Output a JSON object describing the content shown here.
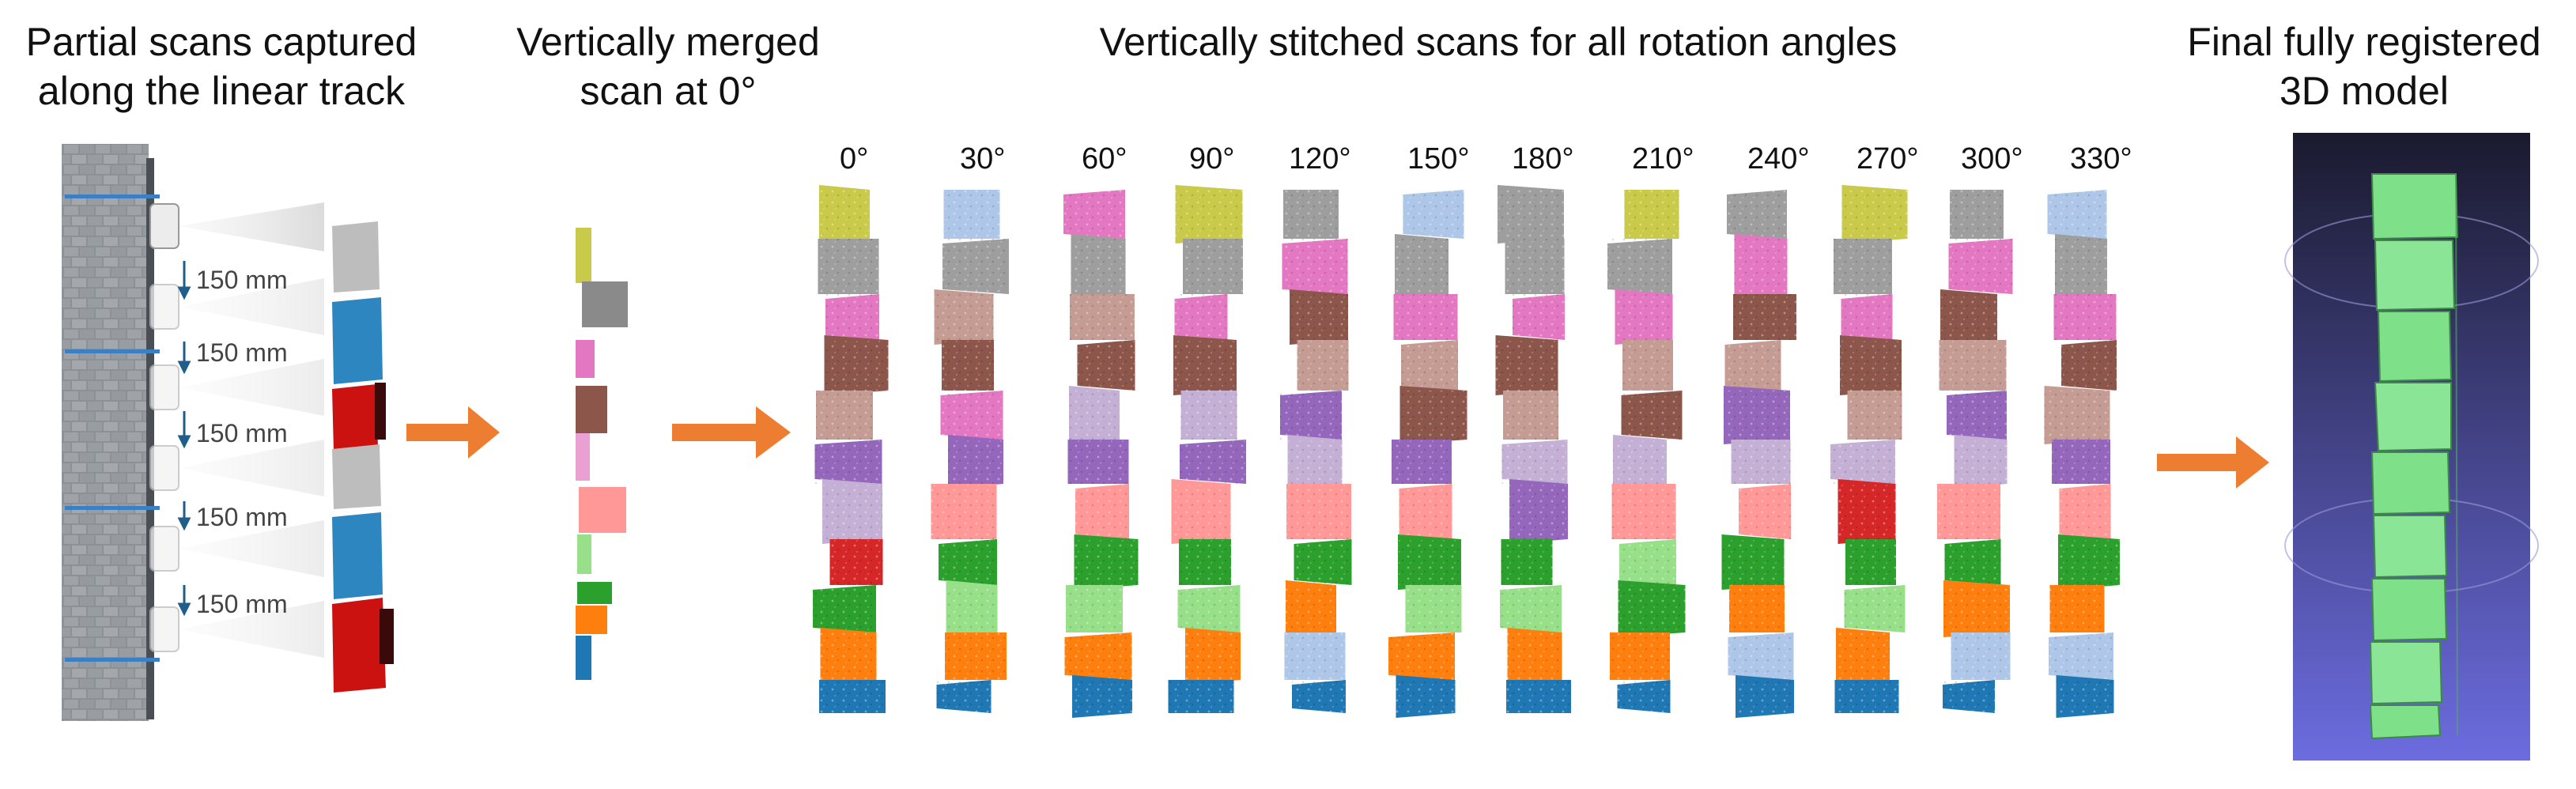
{
  "titles": {
    "partial_line1": "Partial scans captured",
    "partial_line2": "along the linear track",
    "merged_line1": "Vertically merged",
    "merged_line2": "scan at 0°",
    "stitched": "Vertically stitched scans for all rotation angles",
    "final_line1": "Final fully registered",
    "final_line2": "3D model"
  },
  "step_labels": [
    "150 mm",
    "150 mm",
    "150 mm",
    "150 mm",
    "150 mm"
  ],
  "angles": [
    "0°",
    "30°",
    "60°",
    "90°",
    "120°",
    "150°",
    "180°",
    "210°",
    "240°",
    "270°",
    "300°",
    "330°"
  ],
  "colors": {
    "arrow": "#ED7D31",
    "scan_blue": "#2E86C1",
    "scan_red": "#CC1111",
    "scan_gray": "#BDBDBD",
    "model_bg_top": "#1A1A2E",
    "model_bg_bottom": "#6C6CE0",
    "model_green": "#7FE08A"
  },
  "block_palette": [
    "#C9C94A",
    "#9E9E9E",
    "#E377C2",
    "#8C564B",
    "#C49C94",
    "#9467BD",
    "#C5B0D5",
    "#D62728",
    "#FF9896",
    "#2CA02C",
    "#98DF8A",
    "#FF7F0E",
    "#AEC7E8",
    "#1F77B4"
  ]
}
